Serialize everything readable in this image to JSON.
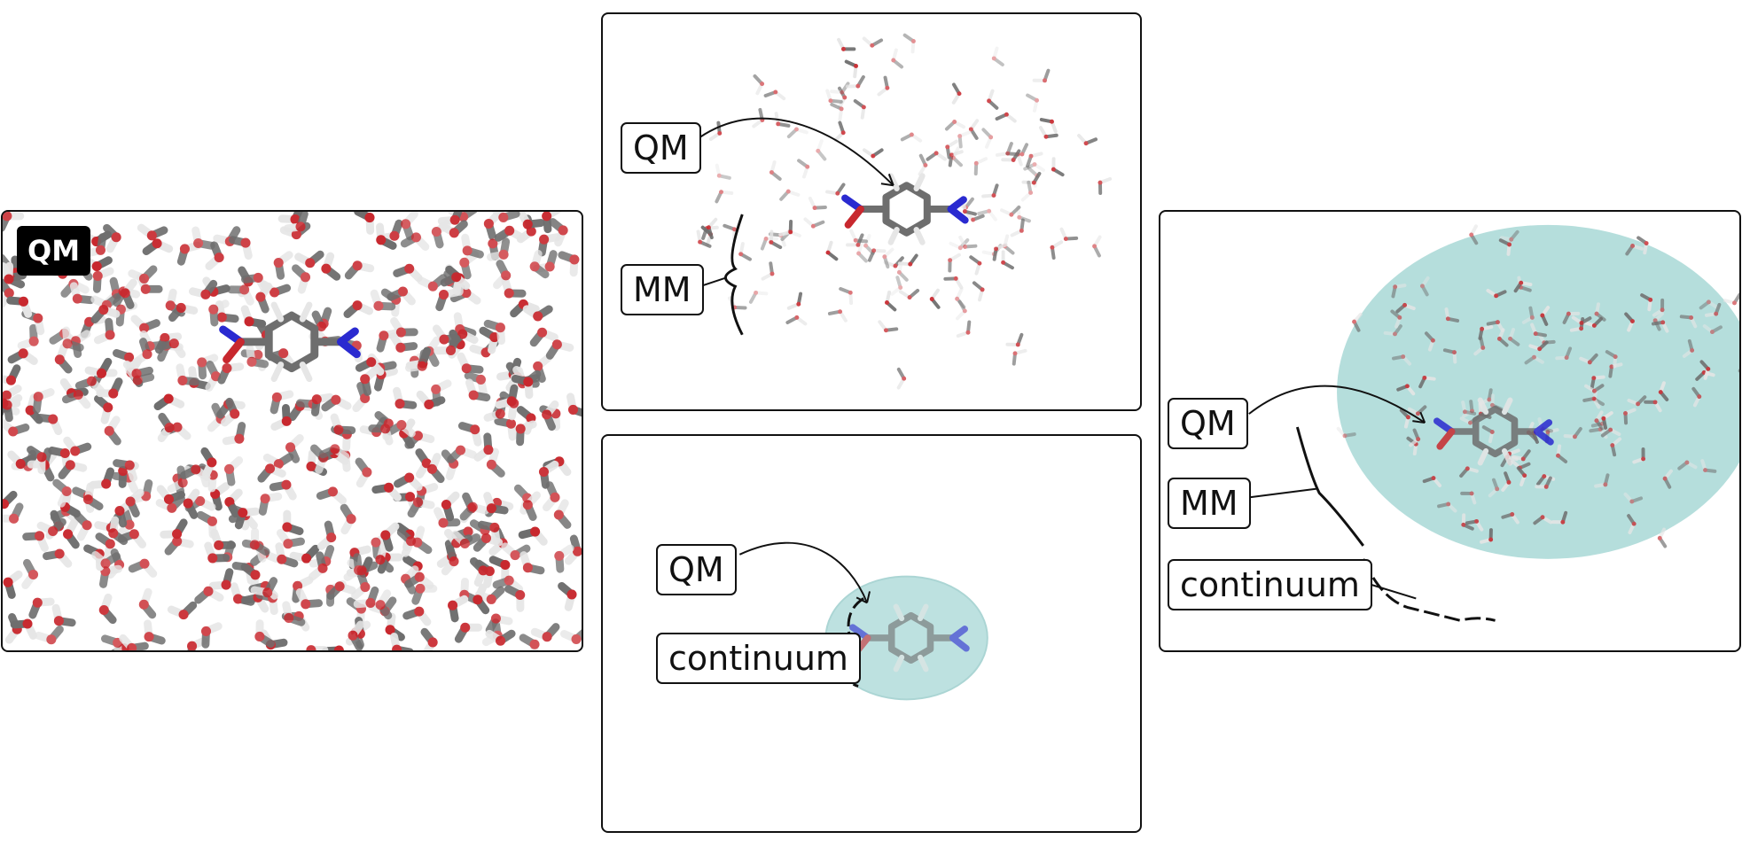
{
  "panels": {
    "full_qm": {
      "badge": "QM"
    },
    "qm_mm": {
      "qm_label": "QM",
      "mm_label": "MM"
    },
    "qm_continuum": {
      "qm_label": "QM",
      "continuum_label": "continuum"
    },
    "qm_mm_continuum": {
      "qm_label": "QM",
      "mm_label": "MM",
      "continuum_label": "continuum"
    }
  },
  "colors": {
    "oxygen": "#c8282e",
    "hydrogen": "#e6e6e6",
    "carbon": "#6e6e6e",
    "nitrogen": "#2a2ad0",
    "continuum": "#a8d8d6",
    "frame": "#111111"
  }
}
